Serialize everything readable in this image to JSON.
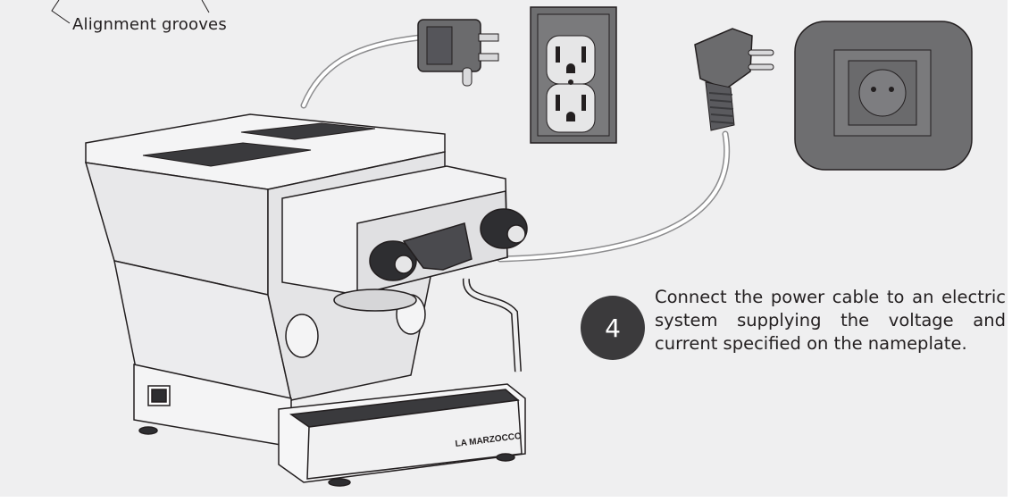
{
  "callout": {
    "label": "Alignment grooves"
  },
  "step": {
    "number": "4",
    "text": "Connect the power cable to an electric system supplying the voltage and current specified on the nameplate."
  },
  "nameplate": {
    "brand_mark": "LA MARZOCCO"
  },
  "icons": [
    "us-plug-icon",
    "us-outlet-icon",
    "eu-plug-icon",
    "eu-socket-icon",
    "espresso-machine-icon"
  ],
  "colors": {
    "background": "#efeff0",
    "badge": "#3b3a3c",
    "outlet_plate": "#6e6e70",
    "text": "#231f20"
  }
}
